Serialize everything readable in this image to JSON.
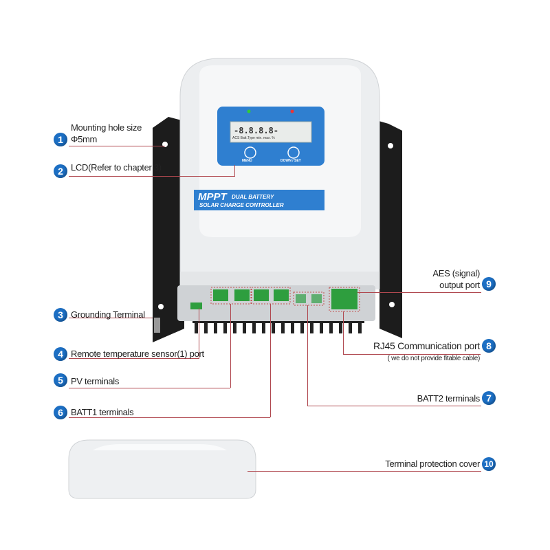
{
  "callouts": [
    {
      "num": "1",
      "lines": [
        "Mounting hole size",
        "Φ5mm"
      ]
    },
    {
      "num": "2",
      "lines": [
        "LCD(Refer to chapter 3)"
      ]
    },
    {
      "num": "3",
      "lines": [
        "Grounding Terminal"
      ]
    },
    {
      "num": "4",
      "lines": [
        "Remote temperature sensor(1) port"
      ]
    },
    {
      "num": "5",
      "lines": [
        "PV terminals"
      ]
    },
    {
      "num": "6",
      "lines": [
        "BATT1 terminals"
      ]
    },
    {
      "num": "7",
      "lines": [
        "BATT2 terminals"
      ]
    },
    {
      "num": "8",
      "lines": [
        "RJ45 Communication port",
        "( we do not provide fitable cable)"
      ]
    },
    {
      "num": "9",
      "lines": [
        "AES (signal)",
        "output port"
      ]
    },
    {
      "num": "10",
      "lines": [
        "Terminal protection cover"
      ]
    }
  ],
  "device": {
    "banner_brand": "MPPT",
    "banner_line1": "DUAL BATTERY",
    "banner_line2": "SOLAR CHARGE CONTROLLER",
    "lcd_digits": "-8.8.8.8-",
    "lcd_bottom": "ACS  Batt.Type  min.  max.  %",
    "menu_label": "MENU",
    "down_set_label": "DOWN / SET"
  },
  "colors": {
    "callout_blue": "#1c6fc4",
    "leader_red": "#b0484f",
    "panel_blue": "#2f7fd0"
  }
}
